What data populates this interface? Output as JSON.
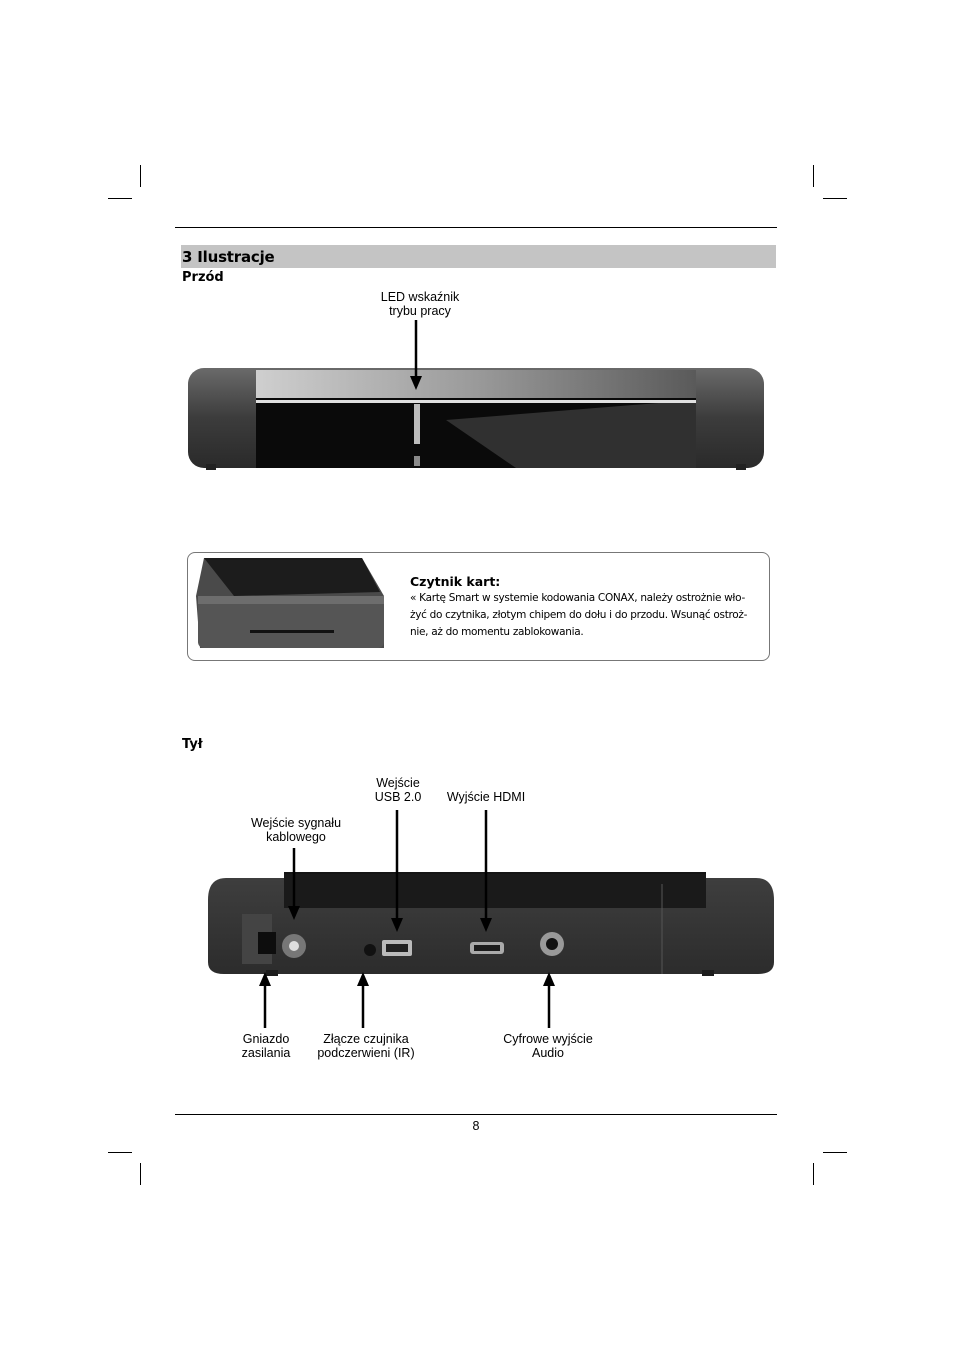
{
  "section": {
    "number": "3",
    "title": "Ilustracje"
  },
  "front": {
    "heading": "Przód",
    "led_label": "LED wskaźnik\ntrybu pracy"
  },
  "card_reader": {
    "title": "Czytnik kart:",
    "lines": [
      "« Kartę Smart w systemie kodowania CONAX, należy ostrożnie wło-",
      "żyć do czytnika, złotym chipem do dołu i do przodu. Wsunąć ostroż-",
      "nie, aż do momentu zablokowania."
    ]
  },
  "back": {
    "heading": "Tył",
    "labels": {
      "usb": "Wejście\nUSB 2.0",
      "hdmi": "Wyjście HDMI",
      "cable": "Wejście sygnału\nkablowego",
      "power": "Gniazdo\nzasilania",
      "ir": "Złącze czujnika\npodczerwieni (IR)",
      "audio": "Cyfrowe wyjście\nAudio"
    }
  },
  "page_number": "8"
}
